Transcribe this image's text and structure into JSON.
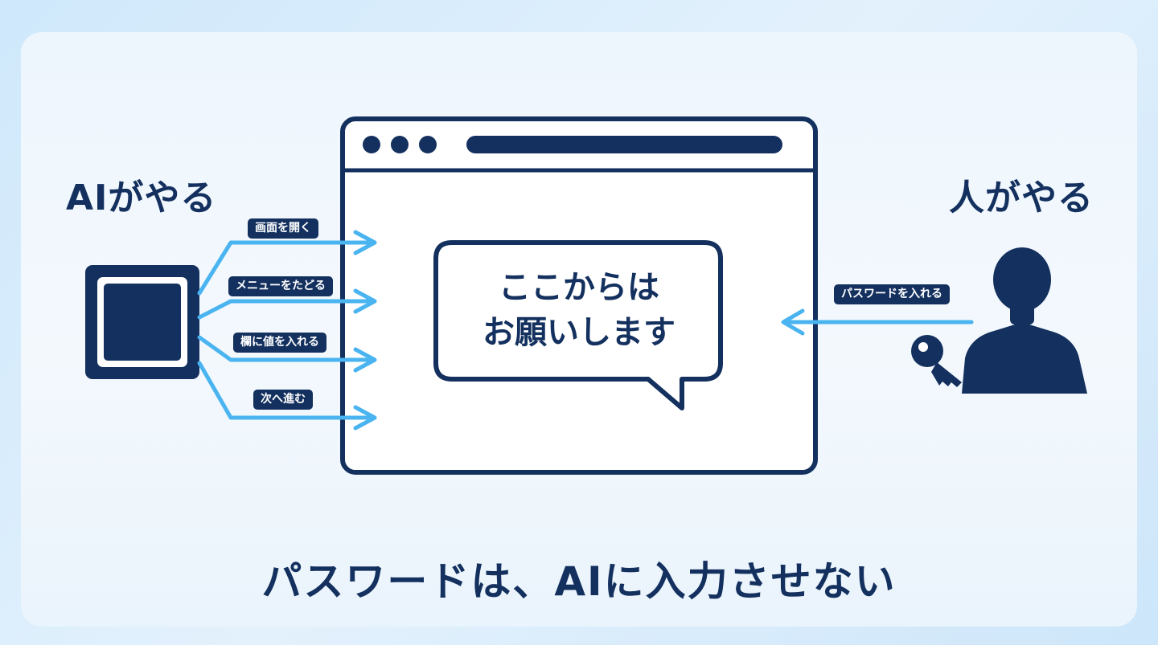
{
  "ai_side": {
    "heading": "AIがやる",
    "steps": [
      "画面を開く",
      "メニューをたどる",
      "欄に値を入れる",
      "次へ進む"
    ]
  },
  "human_side": {
    "heading": "人がやる",
    "step": "パスワードを入れる"
  },
  "browser": {
    "bubble_line1": "ここからは",
    "bubble_line2": "お願いします"
  },
  "caption": "パスワードは、AIに入力させない",
  "icons": {
    "ai": "ai-chip-icon",
    "person": "person-icon",
    "key": "key-icon"
  },
  "colors": {
    "navy": "#13305e",
    "arrow": "#4ab4f0",
    "background": "#e3f1fc"
  }
}
